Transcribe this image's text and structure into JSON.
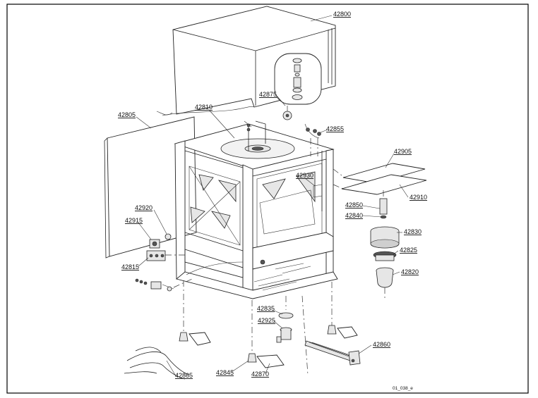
{
  "labels": {
    "p42800": "42800",
    "p42875": "42875",
    "p42810": "42810",
    "p42805": "42805",
    "p42855": "42855",
    "p42905": "42905",
    "p42930": "42930",
    "p42910": "42910",
    "p42920": "42920",
    "p42850": "42850",
    "p42840": "42840",
    "p42915": "42915",
    "p42830": "42830",
    "p42825": "42825",
    "p42815": "42815",
    "p42820": "42820",
    "p42835": "42835",
    "p42925": "42925",
    "p42860": "42860",
    "p42845": "42845",
    "p42870": "42870",
    "p42865": "42865"
  },
  "caption": "01_038_e"
}
